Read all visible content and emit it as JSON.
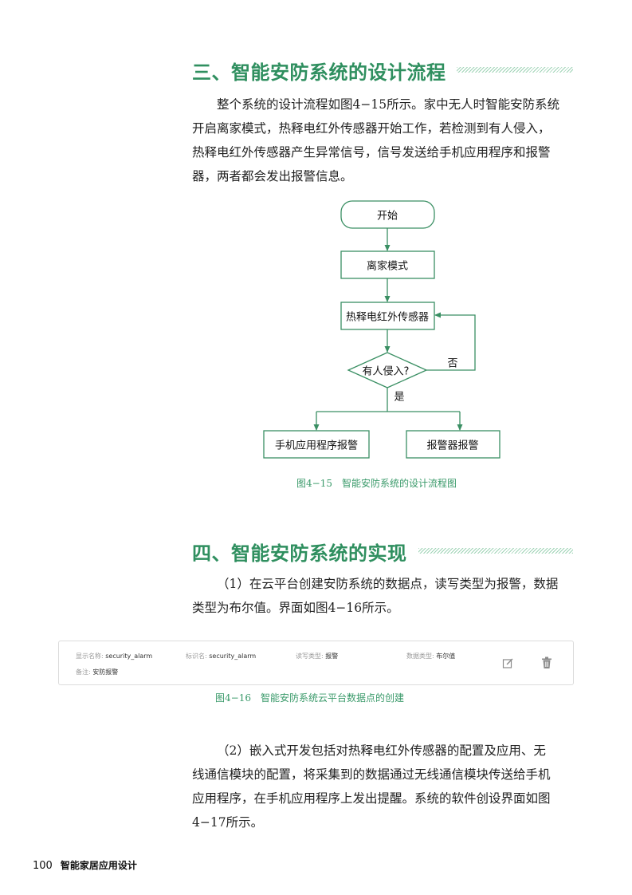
{
  "section3": {
    "heading": "三、智能安防系统的设计流程",
    "para_lines": [
      "整个系统的设计流程如图4−15所示。家中无人时智能安防系统",
      "开启离家模式，热释电红外传感器开始工作，若检测到有人侵入，",
      "热释电红外传感器产生异常信号，信号发送给手机应用程序和报警",
      "器，两者都会发出报警信息。"
    ]
  },
  "flowchart": {
    "start": "开始",
    "away_mode": "离家模式",
    "sensor": "热释电红外传感器",
    "decision": "有人侵入?",
    "no": "否",
    "yes": "是",
    "app_alarm": "手机应用程序报警",
    "alarm_device": "报警器报警",
    "caption": "图4−15　智能安防系统的设计流程图",
    "color": "#3a8f63"
  },
  "section4": {
    "heading": "四、智能安防系统的实现",
    "para1_lines": [
      "（1）在云平台创建安防系统的数据点，读写类型为报警，数据",
      "类型为布尔值。界面如图4−16所示。"
    ],
    "para2_lines": [
      "（2）嵌入式开发包括对热释电红外传感器的配置及应用、无",
      "线通信模块的配置，将采集到的数据通过无线通信模块传送给手机",
      "应用程序，在手机应用程序上发出提醒。系统的软件创设界面如图",
      "4−17所示。"
    ]
  },
  "datapoint": {
    "display_name_label": "显示名称:",
    "display_name_value": "security_alarm",
    "identifier_label": "标识名:",
    "identifier_value": "security_alarm",
    "rw_type_label": "读写类型:",
    "rw_type_value": "报警",
    "data_type_label": "数据类型:",
    "data_type_value": "布尔值",
    "note_label": "备注:",
    "note_value": "安防报警",
    "edit_icon": "edit-icon",
    "delete_icon": "trash-icon",
    "caption": "图4−16　智能安防系统云平台数据点的创建"
  },
  "footer": {
    "page_number": "100",
    "book_title": "智能家居应用设计"
  },
  "colors": {
    "accent": "#2f8f5f",
    "caption": "#3a9a6a",
    "line_pattern": "#9fd3b6"
  }
}
